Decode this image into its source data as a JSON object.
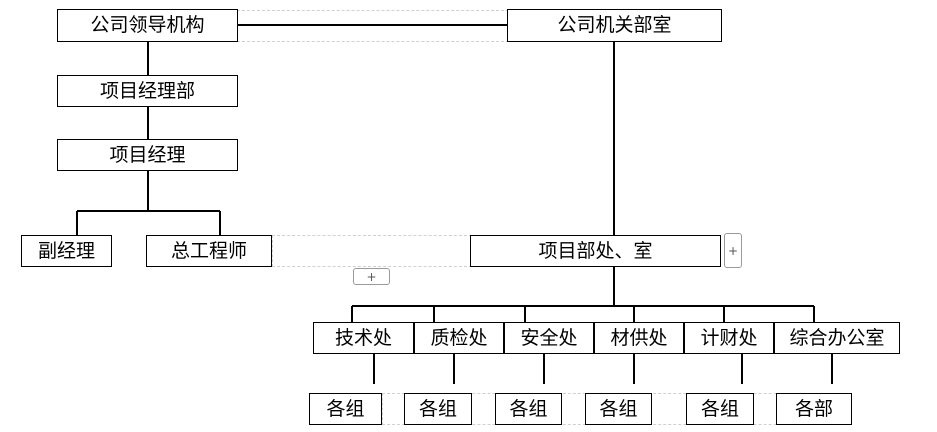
{
  "nodes": {
    "leadership": "公司领导机构",
    "dept_office": "公司机关部室",
    "project_dept": "项目经理部",
    "project_manager": "项目经理",
    "deputy_manager": "副经理",
    "chief_engineer": "总工程师",
    "project_office": "项目部处、室",
    "tech": "技术处",
    "quality": "质检处",
    "safety": "安全处",
    "materials": "材供处",
    "finance": "计财处",
    "general_office": "综合办公室",
    "group1": "各组",
    "group2": "各组",
    "group3": "各组",
    "group4": "各组",
    "group5": "各组",
    "group6": "各部"
  },
  "controls": {
    "plus_left": "+",
    "plus_right": "+"
  }
}
